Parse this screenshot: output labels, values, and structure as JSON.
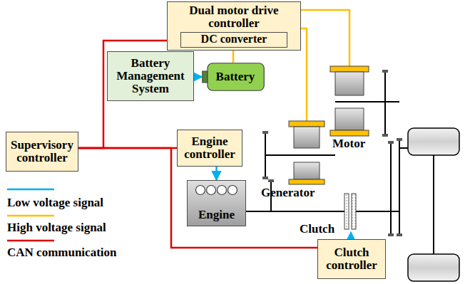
{
  "diagram": {
    "nodes": [
      {
        "text": [
          "Dual motor drive controller"
        ]
      },
      {
        "text": [
          "DC converter"
        ],
        "in": 0
      },
      {
        "text": [
          "Battery Management System"
        ]
      },
      {
        "text": [
          "Battery"
        ]
      },
      {
        "text": [
          "Supervisory controller"
        ]
      },
      {
        "text": [
          "Engine controller"
        ]
      },
      {
        "text": [
          "Engine"
        ]
      },
      {
        "text": [
          "Clutch controller"
        ]
      }
    ],
    "edges": [
      {
        "from": 4,
        "to": 0,
        "arrow": "none"
      },
      {
        "from": 4,
        "to": 5,
        "arrow": "none"
      },
      {
        "from": 4,
        "to": 7,
        "arrow": "none"
      },
      {
        "from": 2,
        "to": 3,
        "arrow": "to"
      },
      {
        "from": 1,
        "to": 3,
        "arrow": "none"
      },
      {
        "from": 5,
        "to": 6,
        "arrow": "to"
      }
    ],
    "labels": [
      "Motor",
      "Generator",
      "Clutch"
    ],
    "legend": [
      {
        "text": "Low voltage signal"
      },
      {
        "text": "High voltage signal"
      },
      {
        "text": "CAN communication"
      }
    ]
  }
}
